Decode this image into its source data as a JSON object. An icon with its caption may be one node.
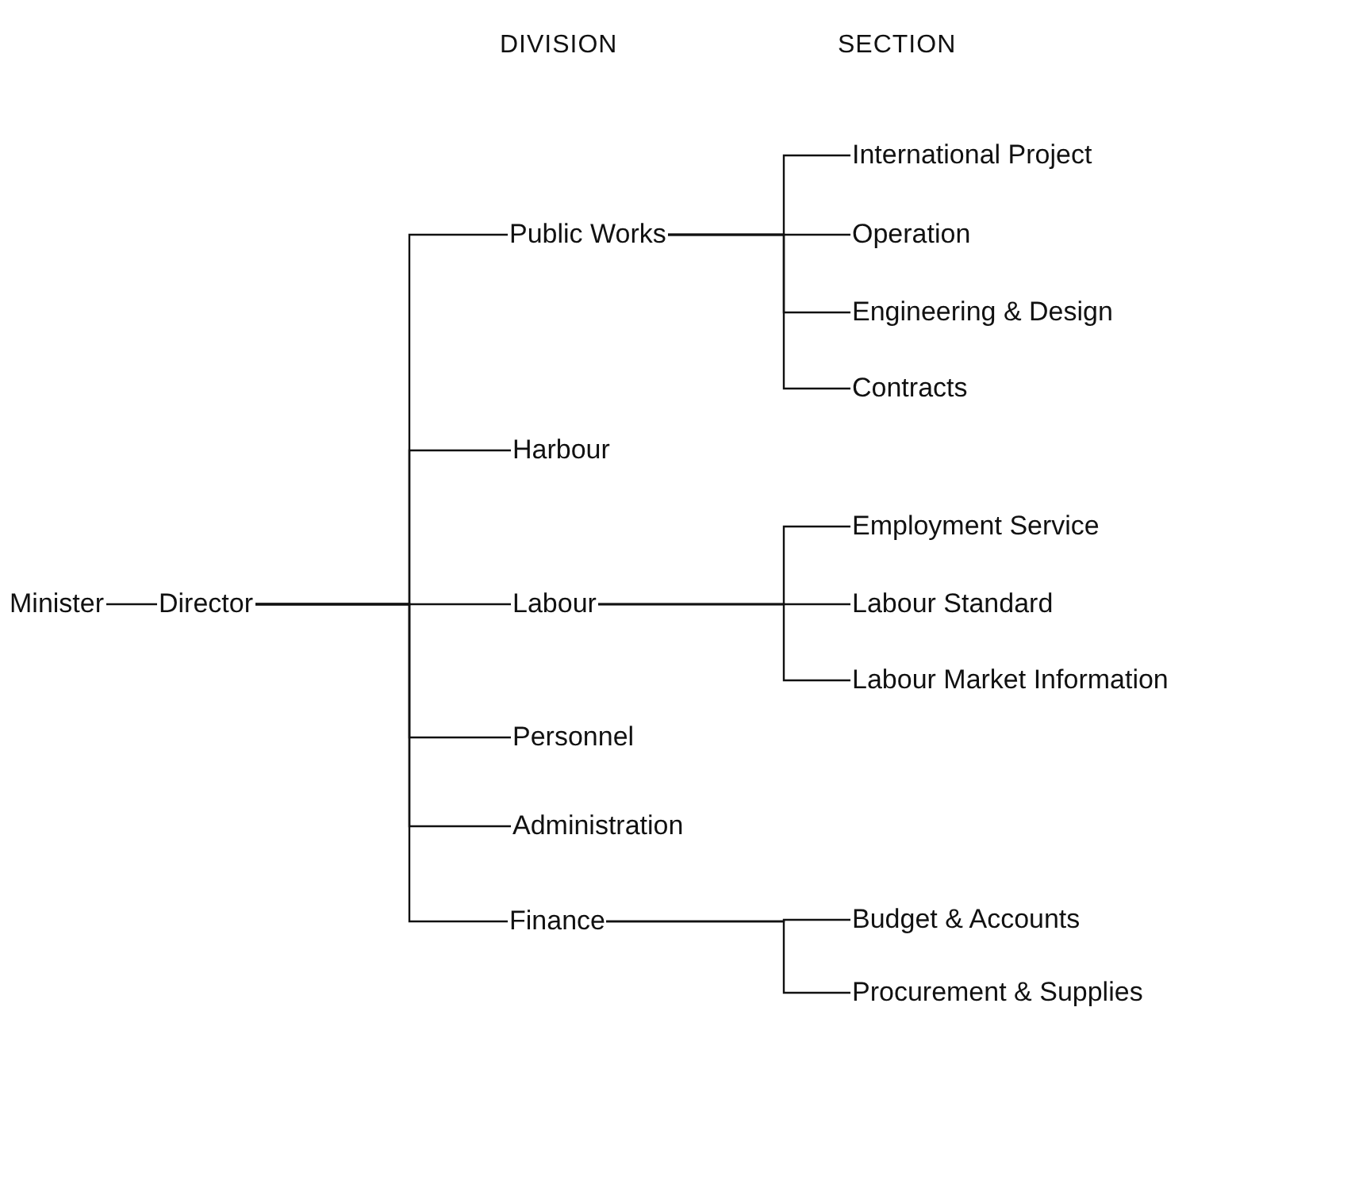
{
  "diagram": {
    "nodes": [
      {
        "text": [
          "Minister"
        ]
      },
      {
        "text": [
          "Director"
        ]
      },
      {
        "text": [
          "Public Works"
        ]
      },
      {
        "text": [
          "Harbour"
        ]
      },
      {
        "text": [
          "Labour"
        ]
      },
      {
        "text": [
          "Personnel"
        ]
      },
      {
        "text": [
          "Administration"
        ]
      },
      {
        "text": [
          "Finance"
        ]
      },
      {
        "text": [
          "International Project"
        ]
      },
      {
        "text": [
          "Operation"
        ]
      },
      {
        "text": [
          "Engineering & Design"
        ]
      },
      {
        "text": [
          "Contracts"
        ]
      },
      {
        "text": [
          "Employment Service"
        ]
      },
      {
        "text": [
          "Labour Standard"
        ]
      },
      {
        "text": [
          "Labour Market Information"
        ]
      },
      {
        "text": [
          "Budget & Accounts"
        ]
      },
      {
        "text": [
          "Procurement & Supplies"
        ]
      }
    ],
    "edges": [
      {
        "from": 0,
        "to": 1,
        "arrow": "none"
      },
      {
        "from": 1,
        "to": 2,
        "arrow": "none"
      },
      {
        "from": 1,
        "to": 3,
        "arrow": "none"
      },
      {
        "from": 1,
        "to": 4,
        "arrow": "none"
      },
      {
        "from": 1,
        "to": 5,
        "arrow": "none"
      },
      {
        "from": 1,
        "to": 6,
        "arrow": "none"
      },
      {
        "from": 1,
        "to": 7,
        "arrow": "none"
      },
      {
        "from": 2,
        "to": 8,
        "arrow": "none"
      },
      {
        "from": 2,
        "to": 9,
        "arrow": "none"
      },
      {
        "from": 2,
        "to": 10,
        "arrow": "none"
      },
      {
        "from": 2,
        "to": 11,
        "arrow": "none"
      },
      {
        "from": 4,
        "to": 12,
        "arrow": "none"
      },
      {
        "from": 4,
        "to": 13,
        "arrow": "none"
      },
      {
        "from": 4,
        "to": 14,
        "arrow": "none"
      },
      {
        "from": 7,
        "to": 15,
        "arrow": "none"
      },
      {
        "from": 7,
        "to": 16,
        "arrow": "none"
      }
    ],
    "labels": [
      "DIVISION",
      "SECTION"
    ]
  }
}
